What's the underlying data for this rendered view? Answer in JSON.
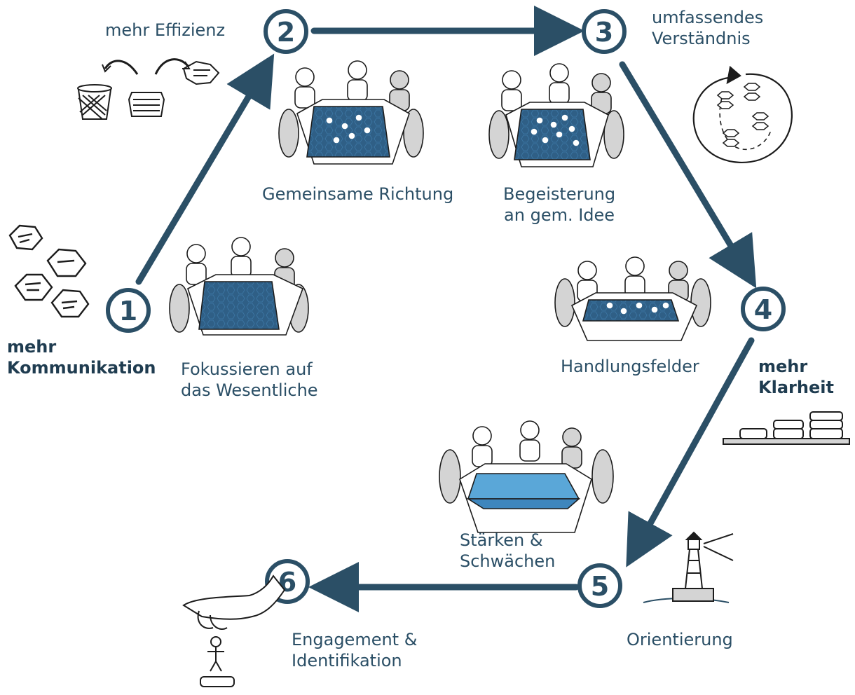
{
  "colors": {
    "primary": "#2b4f66",
    "table_blue": "#2f5f86",
    "sketch_gray": "#d4d4d4",
    "ink": "#1c1c1c"
  },
  "steps": [
    {
      "number": "1",
      "label_lines": [
        "Fokussieren auf",
        "das Wesentliche"
      ]
    },
    {
      "number": "2",
      "label_lines": [
        "Gemeinsame Richtung"
      ]
    },
    {
      "number": "3",
      "label_lines": [
        "Begeisterung",
        "an gem. Idee"
      ]
    },
    {
      "number": "4",
      "label_lines": [
        "Handlungsfelder"
      ]
    },
    {
      "number": "5",
      "label_lines": [
        "Stärken &",
        "Schwächen"
      ]
    },
    {
      "number": "6",
      "label_lines": [
        "Engagement &",
        "Identifikation"
      ]
    }
  ],
  "benefits": [
    {
      "id": "effizienz",
      "lines": [
        "mehr Effizienz"
      ],
      "icon": "recycle-sort-icon"
    },
    {
      "id": "verstaendnis",
      "lines": [
        "umfassendes",
        "Verständnis"
      ],
      "icon": "cycle-hexagons-icon"
    },
    {
      "id": "kommunikation",
      "lines": [
        "mehr",
        "Kommunikation"
      ],
      "icon": "hexagon-notes-icon"
    },
    {
      "id": "klarheit",
      "lines": [
        "mehr",
        "Klarheit"
      ],
      "icon": "stacked-bars-icon"
    },
    {
      "id": "orientierung",
      "lines": [
        "Orientierung"
      ],
      "icon": "lighthouse-icon"
    }
  ]
}
